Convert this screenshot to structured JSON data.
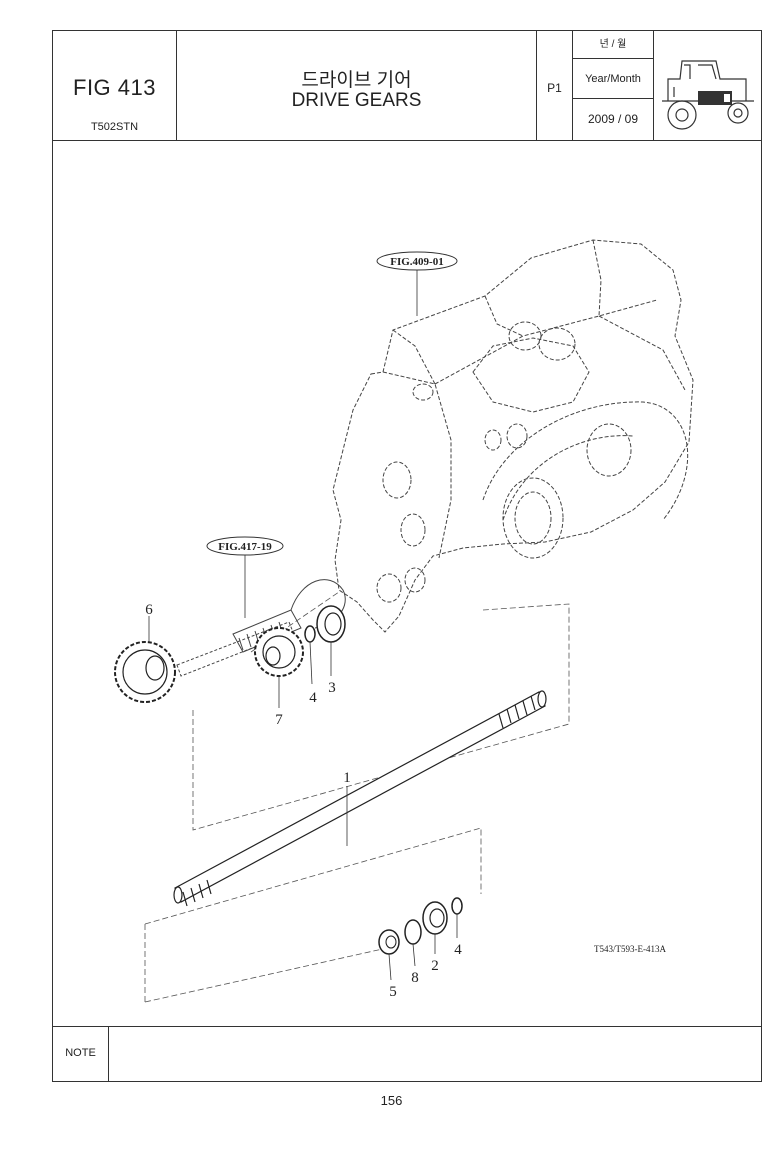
{
  "header": {
    "fig_number": "FIG 413",
    "model": "T502STN",
    "title_korean": "드라이브 기어",
    "title_english": "DRIVE GEARS",
    "page_label": "P1",
    "date_label_korean": "년 / 월",
    "date_label_english": "Year/Month",
    "date_value": "2009 / 09",
    "tractor_icon": "tractor-icon"
  },
  "diagram": {
    "figure_refs": [
      "FIG.409-01",
      "FIG.417-19"
    ],
    "callouts": [
      "1",
      "2",
      "3",
      "4",
      "4",
      "5",
      "6",
      "7",
      "8"
    ],
    "drawing_id": "T543/T593-E-413A"
  },
  "note": {
    "label": "NOTE",
    "text": ""
  },
  "footer": {
    "page_number": "156"
  }
}
